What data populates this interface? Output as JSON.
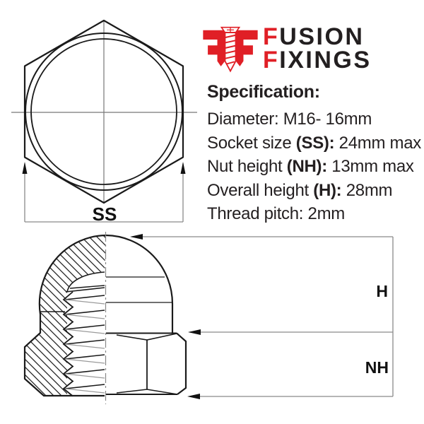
{
  "brand": {
    "name_line1_initial": "F",
    "name_line1_rest": "USION",
    "name_line2_initial": "F",
    "name_line2_rest": "IXINGS",
    "icon": "fusion-fixings-double-f-screw-monogram",
    "accent_color": "#E01F26",
    "text_color": "#231F20"
  },
  "spec": {
    "heading": "Specification:",
    "rows": [
      {
        "segments": [
          {
            "t": "Diameter: M16- 16mm",
            "b": false
          }
        ]
      },
      {
        "segments": [
          {
            "t": "Socket size ",
            "b": false
          },
          {
            "t": "(SS):",
            "b": true
          },
          {
            "t": " 24mm max",
            "b": false
          }
        ]
      },
      {
        "segments": [
          {
            "t": "Nut height ",
            "b": false
          },
          {
            "t": "(NH):",
            "b": true
          },
          {
            "t": " 13mm max",
            "b": false
          }
        ]
      },
      {
        "segments": [
          {
            "t": "Overall height ",
            "b": false
          },
          {
            "t": "(H):",
            "b": true
          },
          {
            "t": " 28mm",
            "b": false
          }
        ]
      },
      {
        "segments": [
          {
            "t": "Thread pitch: 2mm",
            "b": false
          }
        ]
      }
    ]
  },
  "drawings": {
    "top_view": {
      "description": "hex dome nut viewed from above: hexagon with inscribed circles, centerlines and socket-size dimension",
      "label_socket_size": "SS"
    },
    "section_view": {
      "description": "dome nut side cross-section: left half hatched with internal thread, right half external dome and hex flats",
      "label_overall_height": "H",
      "label_nut_height": "NH"
    }
  },
  "colors": {
    "background": "#ffffff",
    "drawing_line": "#1a1a1a",
    "dimension_line": "#8a8a8a"
  }
}
